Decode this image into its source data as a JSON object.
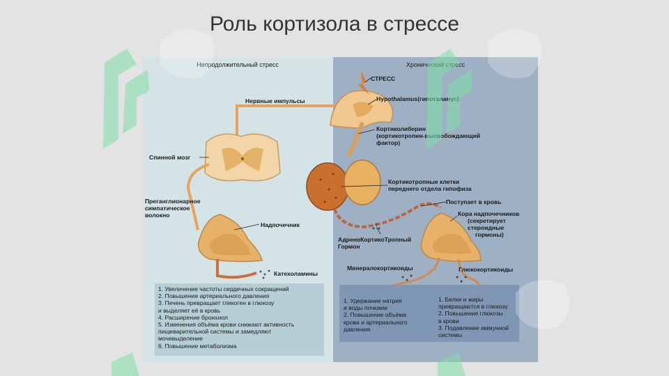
{
  "slide": {
    "title": "Роль кортизола в стрессе"
  },
  "panels": {
    "short_term": {
      "heading": "Непродолжительный стресс",
      "labels": {
        "nerve_impulses": "Нервные импульсы",
        "spinal_cord": "Спинной мозг",
        "preganglionic_1": "Преганглионарное",
        "preganglionic_2": "симпатическое",
        "preganglionic_3": "волокно",
        "adrenal": "Надпочечник",
        "catecholamines": "Катехоламины"
      },
      "effects": [
        "1. Увеличение частоты сердечных сокращений",
        "2. Повышение артериального давления",
        "3. Печень превращает гликоген в глюкозу",
        "и выделяет её в кровь",
        "4. Расширение бронхиол",
        "5. Изменения объёма крови снижают активность",
        "пищеварительной системы и замедляют",
        "мочевыделение",
        "6. Повышение метаболизма"
      ]
    },
    "chronic": {
      "heading": "Хронический стресс",
      "labels": {
        "stress": "СТРЕСС",
        "hypothalamus": "Hypothalamus(гипоталамус)",
        "crh_1": "Кортиколиберин",
        "crh_2": "(кортикотропин-высвобождающий",
        "crh_3": "фактор)",
        "corticotroph_1": "Кортикотропные клетки",
        "corticotroph_2": "переднего отдела гипофиза",
        "to_blood": "Поступает в кровь",
        "cortex_1": "Кора надпочечников",
        "cortex_2": "(секретирует",
        "cortex_3": "стероидные",
        "cortex_4": "гормоны)",
        "acth_1": "АдреноКортикоТропный",
        "acth_2": "Гормон",
        "mineralo": "Минералокортикоиды",
        "gluco": "Глюкокортикоиды"
      },
      "mineralo_effects": [
        "1. Удержание натрия",
        "и воды почками",
        "2. Повышение объёма",
        "крови и артериального",
        "давления"
      ],
      "gluco_effects": [
        "1. Белки и жиры",
        "превращаются в глюкозу",
        "2. Повышение глюкозы",
        "в крови",
        "3. Подавление иммунной",
        "системы"
      ]
    }
  },
  "colors": {
    "background": "#e3e3e3",
    "left_panel": "#d4e3e6",
    "right_panel": "#9eb0c3",
    "nerve": "#e8a25a",
    "gland": "#e0a85e",
    "pituitary": "#c9702f",
    "vessel": "#c0643a",
    "watermark_green": "#7fe0a8"
  }
}
